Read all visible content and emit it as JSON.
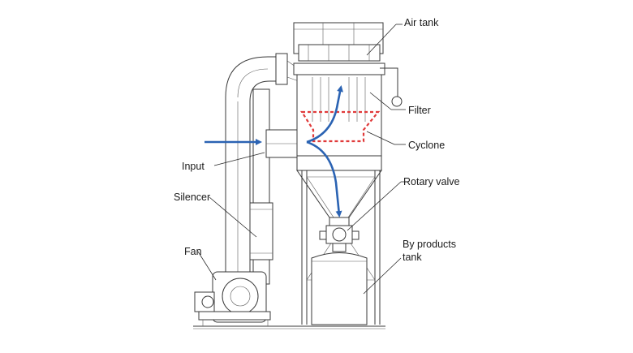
{
  "labels": {
    "air_tank": "Air tank",
    "filter": "Filter",
    "cyclone": "Cyclone",
    "rotary_valve": "Rotary valve",
    "by_products_line1": "By products",
    "by_products_line2": "tank",
    "input": "Input",
    "silencer": "Silencer",
    "fan": "Fan"
  },
  "colors": {
    "flow_arrow": "#2b63b3",
    "cyclone_outline": "#e03a3a",
    "line": "#3a3a3a"
  }
}
